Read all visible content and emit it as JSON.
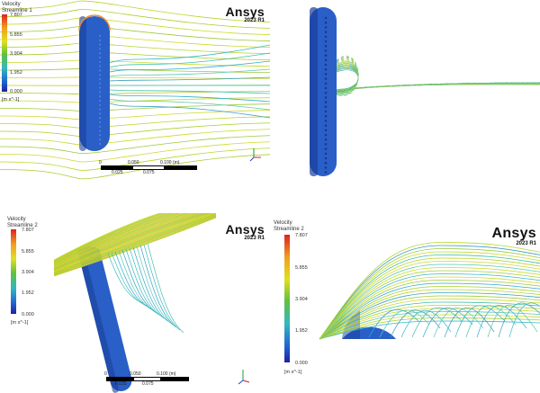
{
  "brand": {
    "name": "Ansys",
    "version": "2023 R1"
  },
  "legends": [
    {
      "title_1": "Velocity",
      "title_2": "Streamline 1",
      "ticks": [
        "7.807",
        "5.855",
        "3.904",
        "1.952",
        "0.000"
      ],
      "unit": "[m s^-1]"
    },
    {
      "title_1": "Velocity",
      "title_2": "Streamline 2",
      "ticks": [
        "7.807",
        "5.855",
        "3.904",
        "1.952",
        "0.000"
      ],
      "unit": "[m s^-1]"
    },
    {
      "title_1": "Velocity",
      "title_2": "Streamline 2",
      "ticks": [
        "7.807",
        "5.855",
        "3.904",
        "1.952",
        "0.000"
      ],
      "unit": "[m s^-1]"
    }
  ],
  "scale_bar": {
    "top": [
      "0",
      "0.050",
      "0.100 (m)"
    ],
    "bottom": [
      "0.025",
      "0.075"
    ]
  },
  "colors": {
    "cylinder": "#2a5fc8",
    "cylinder_dark": "#1b3f9a",
    "stream_green": "#b6d62a",
    "stream_cyan": "#39b9c9"
  }
}
